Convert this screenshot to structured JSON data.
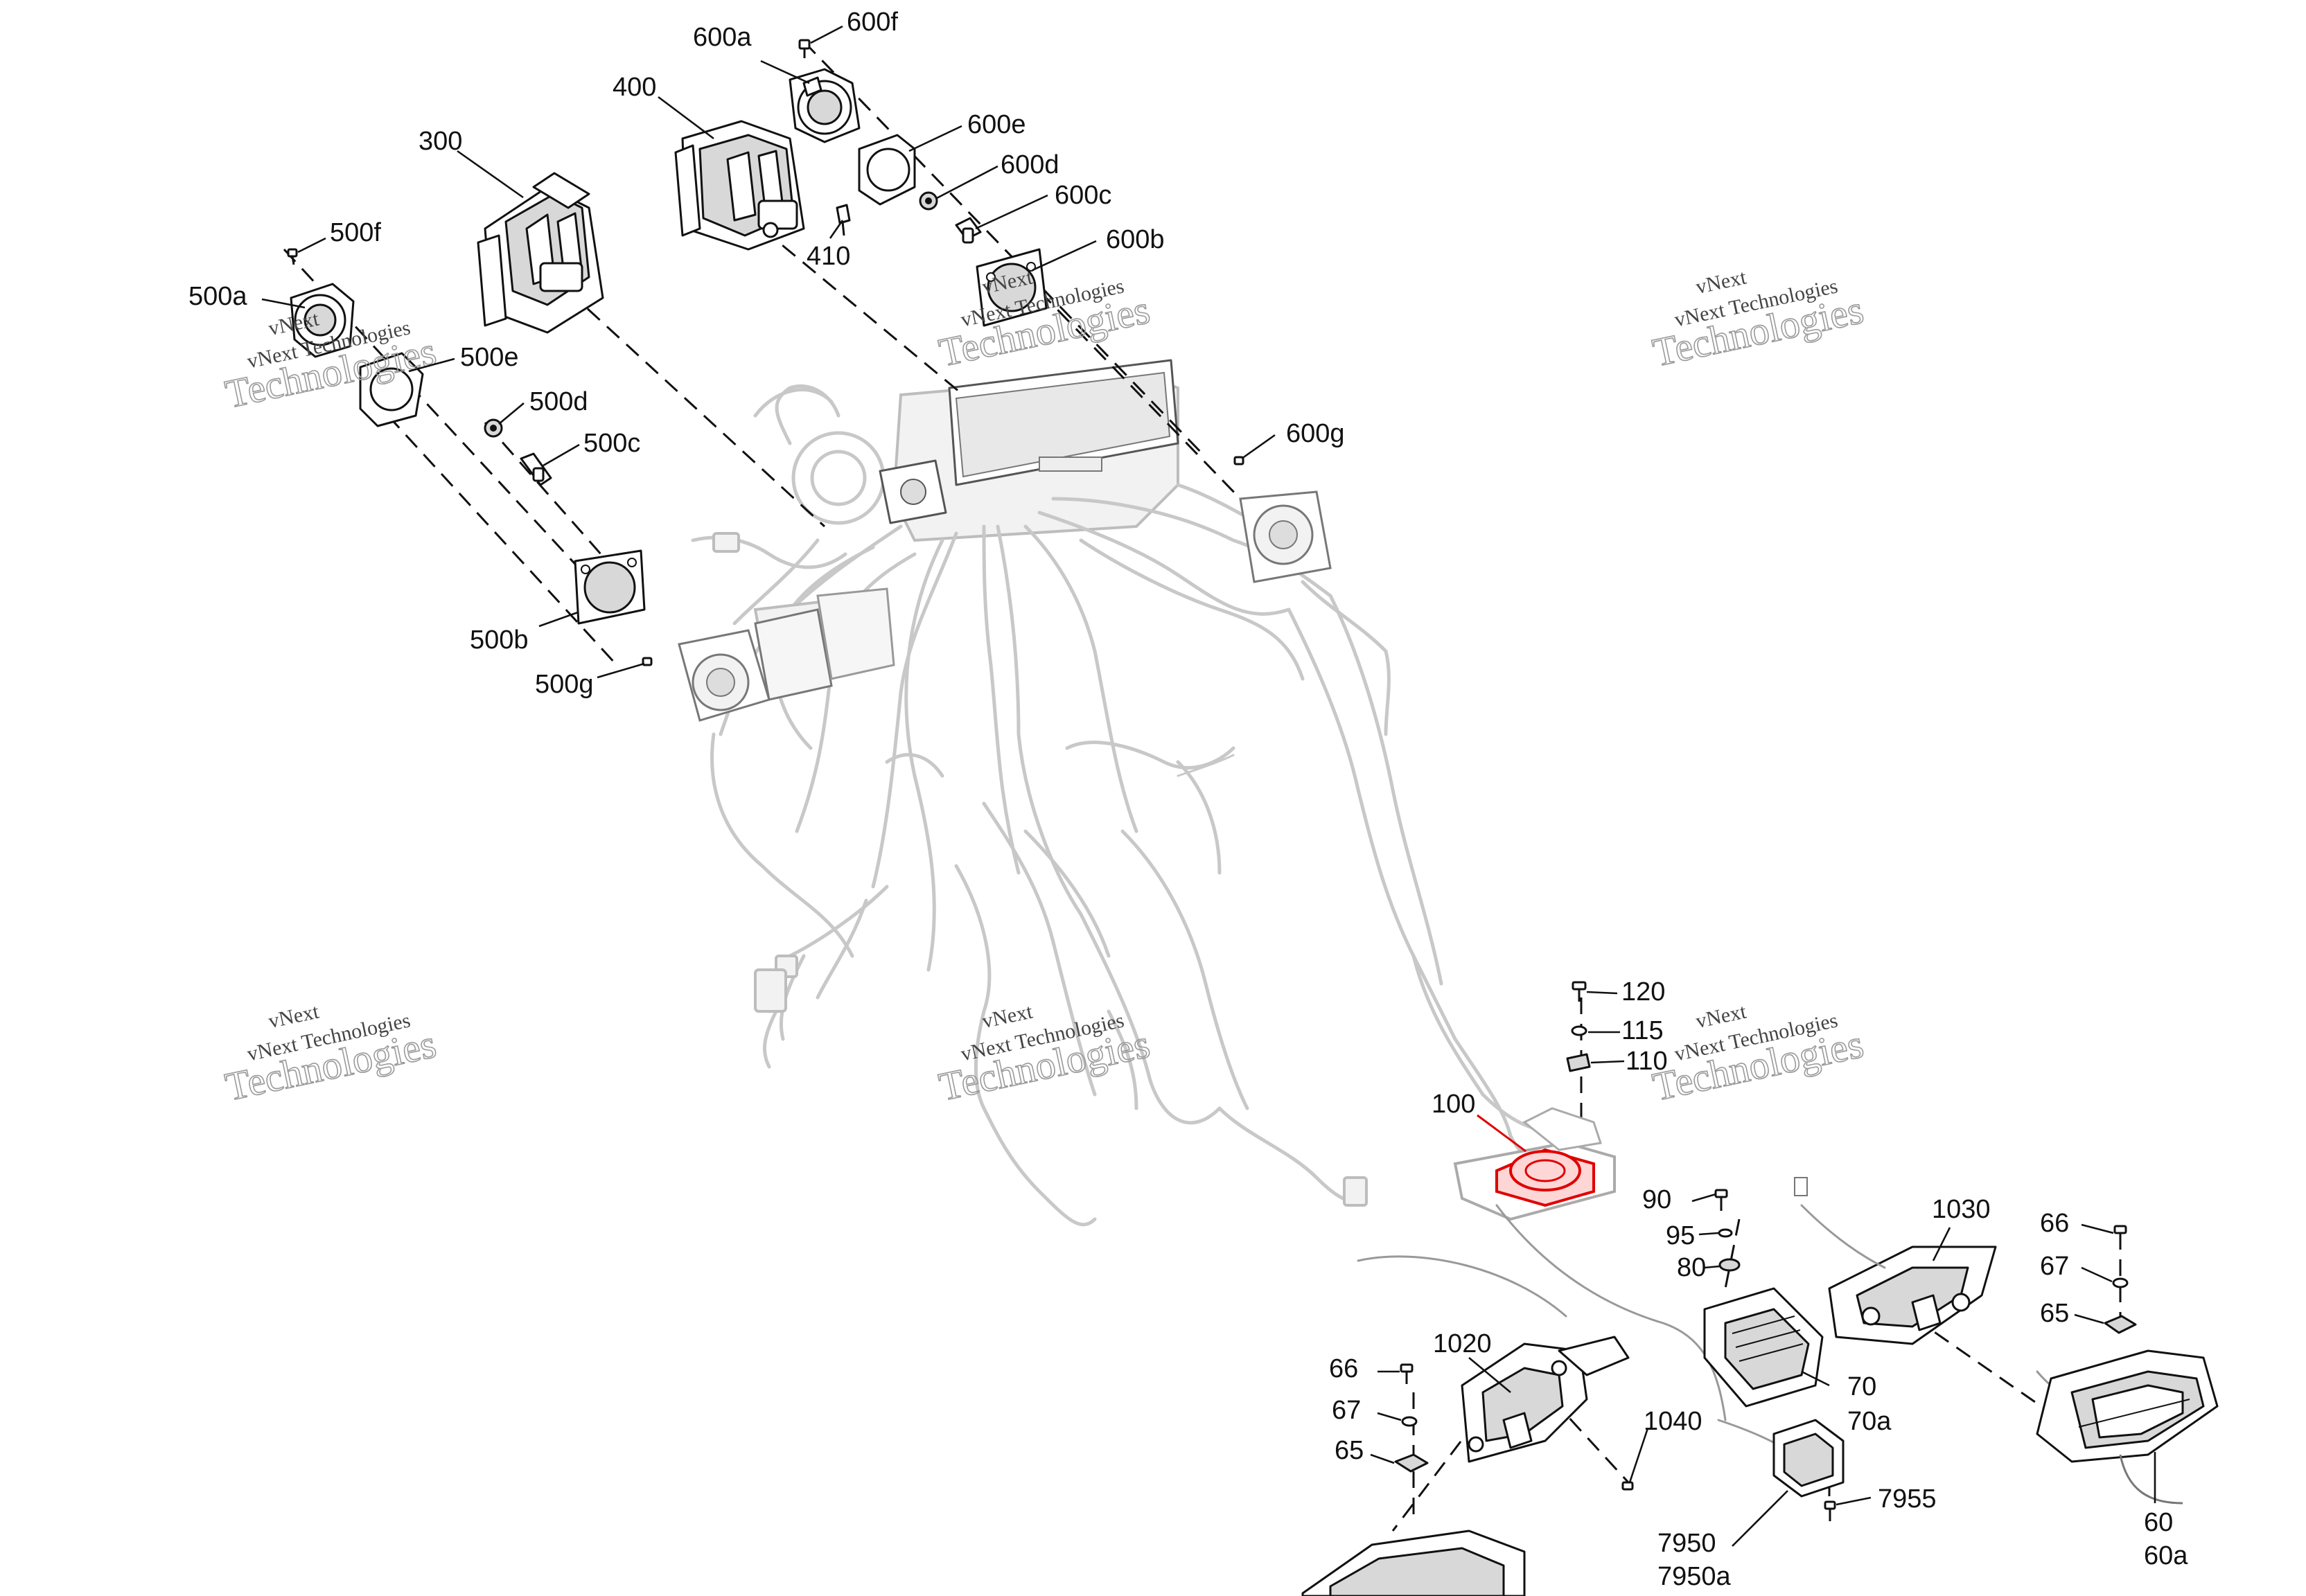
{
  "diagram": {
    "callouts": {
      "c600a": "600a",
      "c600f": "600f",
      "c400": "400",
      "c600e": "600e",
      "c600d": "600d",
      "c600c": "600c",
      "c300": "300",
      "c600b": "600b",
      "c500f": "500f",
      "c410": "410",
      "c500a": "500a",
      "c500e": "500e",
      "c600g": "600g",
      "c500d": "500d",
      "c500c": "500c",
      "c500b": "500b",
      "c500g": "500g",
      "c120": "120",
      "c115": "115",
      "c110": "110",
      "c100": "100",
      "c90": "90",
      "c95": "95",
      "c1030": "1030",
      "c66r": "66",
      "c67r": "67",
      "c80": "80",
      "c65r": "65",
      "c1020": "1020",
      "c70": "70",
      "c70a": "70a",
      "c66l": "66",
      "c67l": "67",
      "c1040": "1040",
      "c65l": "65",
      "c7955": "7955",
      "c60": "60",
      "c60a": "60a",
      "c7950": "7950",
      "c7950a": "7950a"
    },
    "watermark": {
      "top": "vNext",
      "middle": "vNext Technologies",
      "bottom": "Technologies"
    }
  }
}
